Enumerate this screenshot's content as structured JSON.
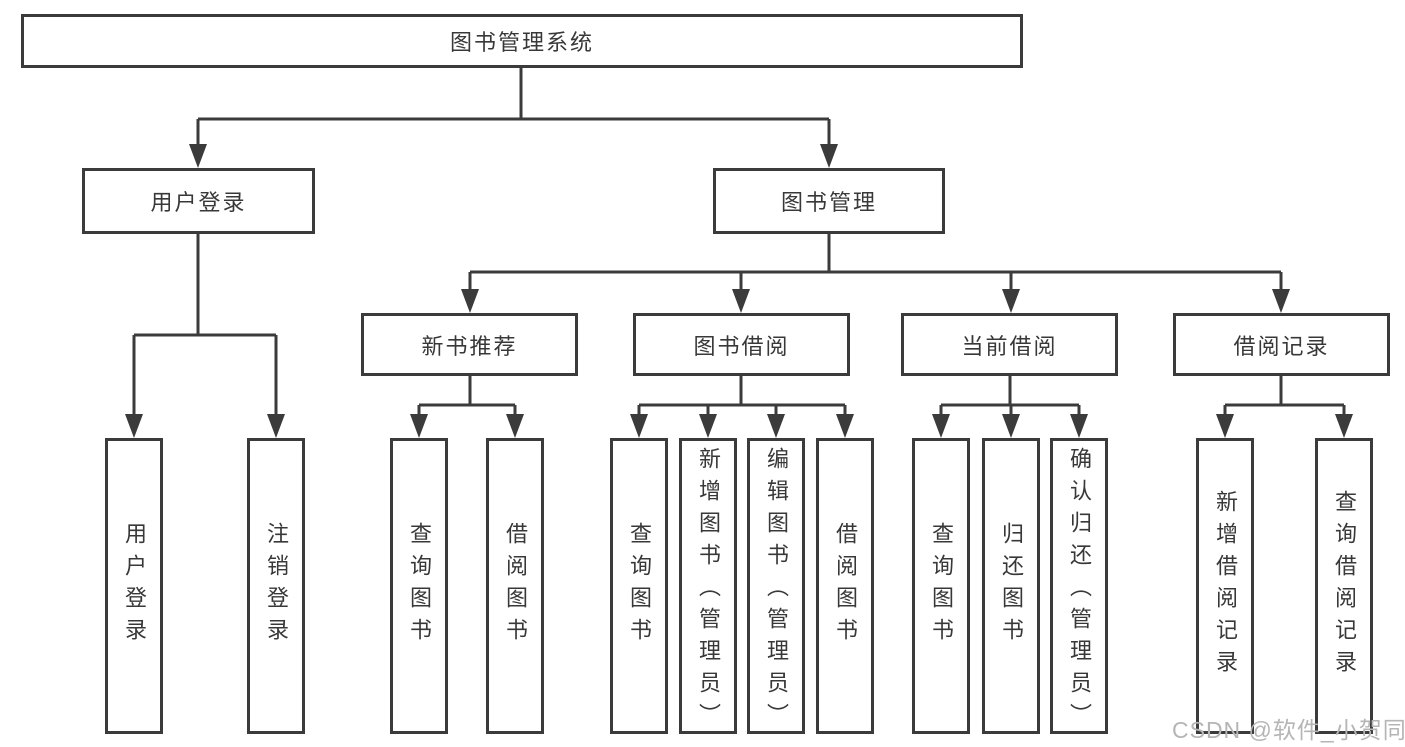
{
  "diagram": {
    "root": {
      "label": "图书管理系统"
    },
    "user_login": {
      "label": "用户登录",
      "children": [
        "用户登录",
        "注销登录"
      ]
    },
    "book_management": {
      "label": "图书管理",
      "children": [
        {
          "label": "新书推荐",
          "children": [
            "查询图书",
            "借阅图书"
          ]
        },
        {
          "label": "图书借阅",
          "children": [
            "查询图书",
            "新增图书（管理员）",
            "编辑图书（管理员）",
            "借阅图书"
          ]
        },
        {
          "label": "当前借阅",
          "children": [
            "查询图书",
            "归还图书",
            "确认归还（管理员）"
          ]
        },
        {
          "label": "借阅记录",
          "children": [
            "新增借阅记录",
            "查询借阅记录"
          ]
        }
      ]
    }
  },
  "watermark": {
    "text": "CSDN @软件_小贺同学"
  },
  "colors": {
    "line": "#3b3b3b",
    "text": "#383838",
    "watermark_text": "#b5b5b5",
    "background": "#ffffff"
  }
}
